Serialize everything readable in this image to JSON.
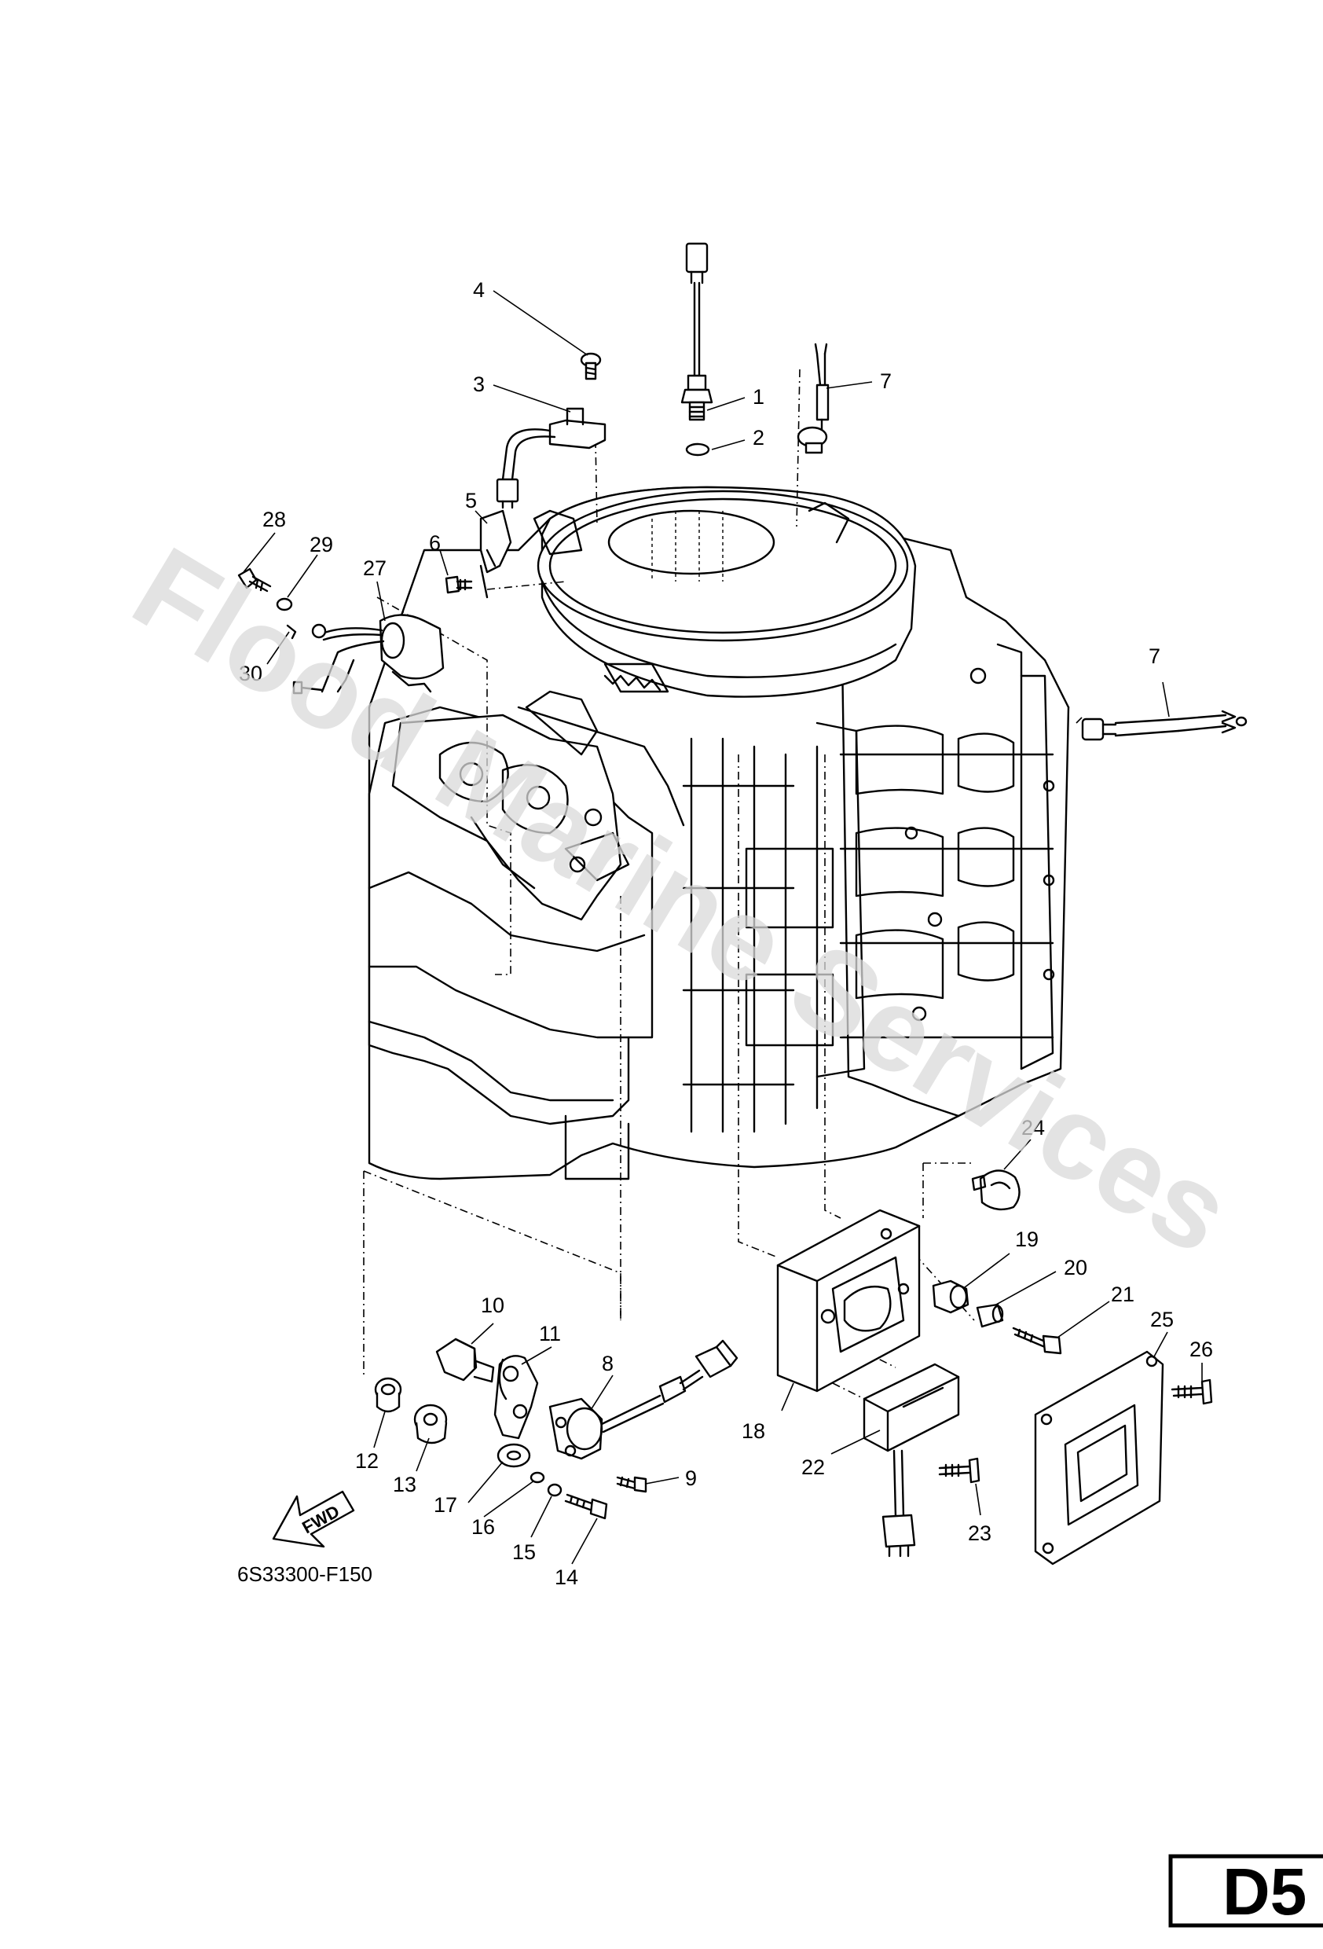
{
  "watermark": "Flood Marine Services",
  "diagram_code": "6S33300-F150",
  "page_id": "D5",
  "fwd_arrow_label": "FWD",
  "part_callouts": [
    "1",
    "2",
    "3",
    "4",
    "5",
    "6",
    "7",
    "7",
    "8",
    "9",
    "10",
    "11",
    "12",
    "13",
    "14",
    "15",
    "16",
    "17",
    "18",
    "19",
    "20",
    "21",
    "22",
    "23",
    "24",
    "25",
    "26",
    "27",
    "28",
    "29",
    "30"
  ]
}
